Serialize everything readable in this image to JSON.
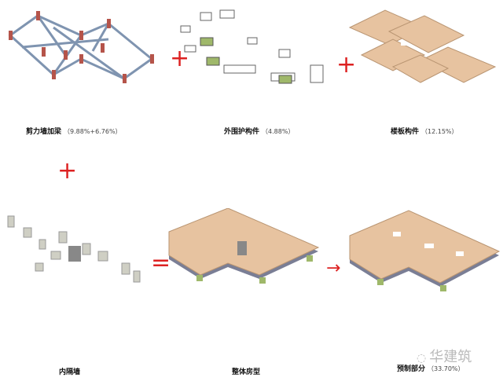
{
  "panels": [
    {
      "name": "剪力墙加梁",
      "percent": "（9.88%+6.76%）"
    },
    {
      "name": "外围护构件",
      "percent": "（4.88%）"
    },
    {
      "name": "楼板构件",
      "percent": "（12.15%）"
    },
    {
      "name": "内隔墙",
      "percent": ""
    },
    {
      "name": "整体房型",
      "percent": ""
    },
    {
      "name": "预制部分",
      "percent": "（33.70%）"
    }
  ],
  "operators": {
    "plus": "+",
    "equals": "=",
    "arrow": "→"
  },
  "watermark": "华建筑",
  "colors": {
    "wall_frame": "#7f94b0",
    "wall_red": "#b5544a",
    "slab": "#e7c3a0",
    "facade_green": "#9fb86a",
    "partition": "#cfcfc4",
    "operator": "#dd2222"
  }
}
